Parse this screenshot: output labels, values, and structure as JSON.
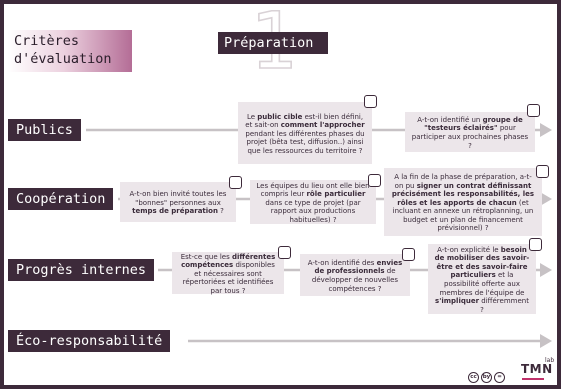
{
  "header": {
    "criteria_line1": "Critères",
    "criteria_line2": "d'évaluation",
    "step_number": "1",
    "step_title": "Préparation"
  },
  "rows": {
    "publics": "Publics",
    "cooperation": "Coopération",
    "progres": "Progrès internes",
    "eco": "Éco-responsabilité"
  },
  "cards": {
    "c1": [
      "Le ",
      "public cible",
      " est-il bien défini, et sait-on ",
      "comment l'approcher",
      " pendant les différentes phases du projet (bêta test, diffusion..) ainsi que les ressources du territoire ?"
    ],
    "c2": [
      "A-t-on identifié un ",
      "groupe de \"testeurs éclairés\"",
      " pour participer aux prochaines phases ?"
    ],
    "c3": [
      "A-t-on bien invité toutes les \"bonnes\" personnes aux ",
      "temps de préparation",
      " ?"
    ],
    "c4": [
      "Les équipes du lieu ont elle bien compris leur ",
      "rôle particulier",
      " dans ce type de projet (par rapport aux productions habituelles) ?"
    ],
    "c5": [
      "A la fin de la phase de préparation, a-t-on pu ",
      "signer un contrat définissant précisément les responsabilités, les rôles et les apports de chacun",
      " (et incluant en annexe un rétroplanning, un budget et un plan de financement prévisionnel) ?"
    ],
    "c6": [
      "Est-ce que les ",
      "différentes compétences",
      " disponibles et nécessaires sont répertoriées et identifiées par tous ?"
    ],
    "c7": [
      "A-t-on identifié des ",
      "envies de professionnels",
      " de développer de nouvelles compétences  ?"
    ],
    "c8": [
      "A-t-on explicité le ",
      "besoin de mobiliser des savoir-être et des savoir-faire particuliers",
      " et la possibilité offerte aux membres de l'équipe de ",
      "s'impliquer",
      " différemment ?"
    ]
  },
  "footer": {
    "cc_icons": [
      "cc",
      "by",
      "="
    ],
    "brand": "TMN",
    "brand_suffix": "lab"
  },
  "colors": {
    "dark": "#3d2a3a",
    "card": "#ece6ea",
    "arrow": "#c7c2c5",
    "accent": "#b46d96"
  }
}
